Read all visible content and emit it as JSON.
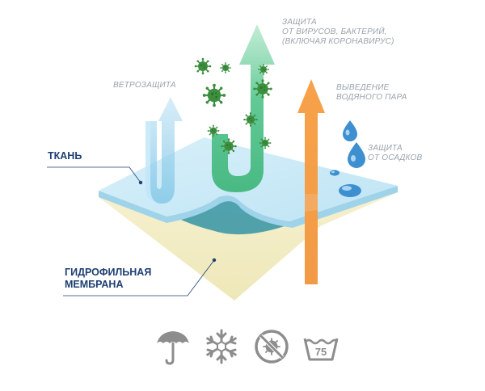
{
  "labels": {
    "wind": "ВЕТРОЗАЩИТА",
    "virus": "ЗАЩИТА\nОТ ВИРУСОВ, БАКТЕРИЙ,\n(ВКЛЮЧАЯ КОРОНАВИРУС)",
    "vapor": "ВЫВЕДЕНИЕ\nВОДЯНОГО ПАРА",
    "rain": "ЗАЩИТА\nОТ ОСАДКОВ",
    "fabric": "ТКАНЬ",
    "membrane": "ГИДРОФИЛЬНАЯ\nМЕМБРАНА",
    "wash_temp": "75"
  },
  "icons": {
    "care": [
      "umbrella-icon",
      "snowflake-icon",
      "no-virus-icon",
      "wash-75-icon"
    ]
  },
  "colors": {
    "fabric": "#cbe9f6",
    "membrane": "#f4efc6",
    "wind_arrow": "#a7d8f0",
    "virus_arrow": "#5fc595",
    "vapor_arrow": "#f5a04a",
    "virus": "#3d8f3f",
    "drop": "#3d8fd0",
    "label_dark": "#1d3f73",
    "label_muted": "#9aa3ad",
    "icon_gray": "#8d8d8d"
  }
}
